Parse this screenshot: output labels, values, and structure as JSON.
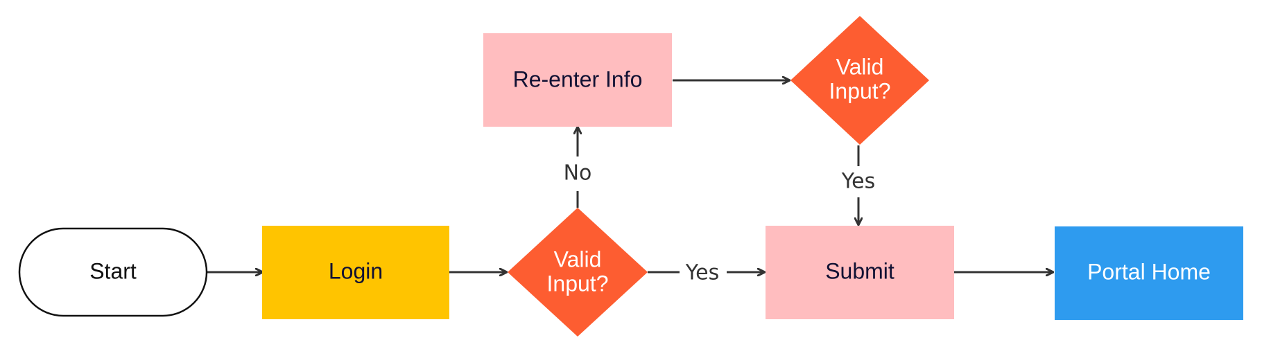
{
  "nodes": {
    "start": {
      "label": "Start"
    },
    "login": {
      "label": "Login"
    },
    "decision_lower": {
      "label_line1": "Valid",
      "label_line2": "Input?"
    },
    "reenter": {
      "label": "Re-enter Info"
    },
    "decision_upper": {
      "label_line1": "Valid",
      "label_line2": "Input?"
    },
    "submit": {
      "label": "Submit"
    },
    "portal": {
      "label": "Portal Home"
    }
  },
  "edges": {
    "lower_to_reenter": {
      "label": "No"
    },
    "lower_to_submit": {
      "label": "Yes"
    },
    "upper_to_submit": {
      "label": "Yes"
    }
  },
  "colors": {
    "terminal_fill": "#ffffff",
    "login_fill": "#ffc400",
    "decision_fill": "#fd5d31",
    "pink_fill": "#ffbdbf",
    "portal_fill": "#2e9bef",
    "arrow": "#333333",
    "dark_text": "#111133",
    "light_text": "#ffffff"
  }
}
